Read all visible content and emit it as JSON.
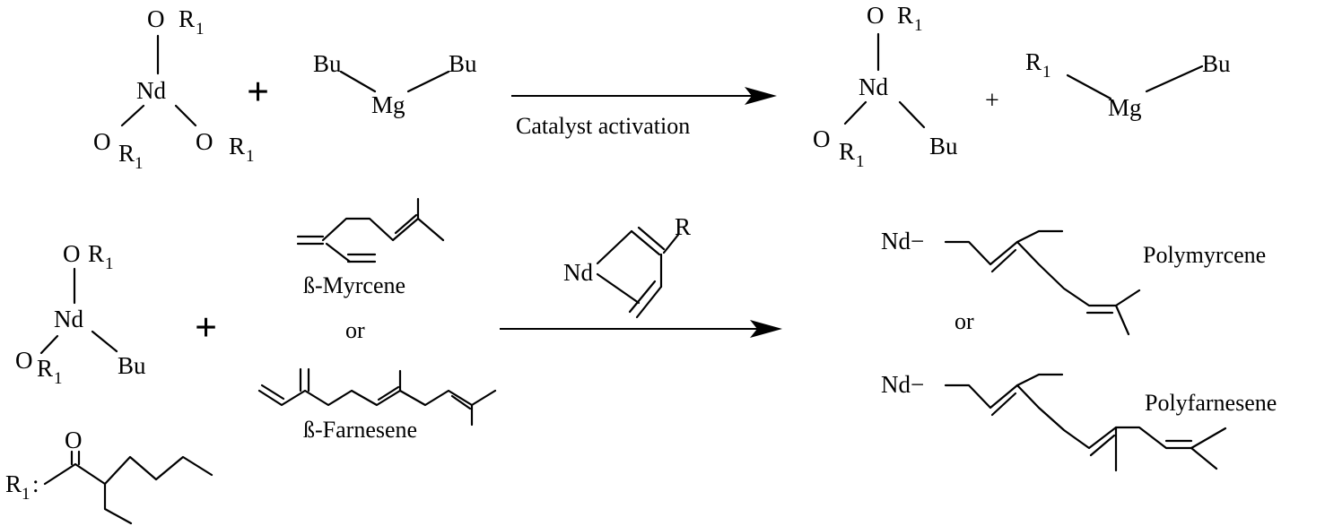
{
  "atoms": {
    "O": "O",
    "R": "R",
    "Nd": "Nd",
    "Mg": "Mg",
    "Bu": "Bu",
    "one": "1",
    "nd_anion": "Nd−",
    "r1_colon": "R",
    "colon": ":"
  },
  "operators": {
    "plus": "+",
    "or": "or"
  },
  "labels": {
    "catalyst_activation": "Catalyst activation",
    "myrcene": "ß-Myrcene",
    "farnesene": "ß-Farnesene",
    "polymyrcene": "Polymyrcene",
    "polyfarnesene": "Polyfarnesene"
  },
  "colors": {
    "ink": "#000000",
    "background": "#ffffff"
  }
}
